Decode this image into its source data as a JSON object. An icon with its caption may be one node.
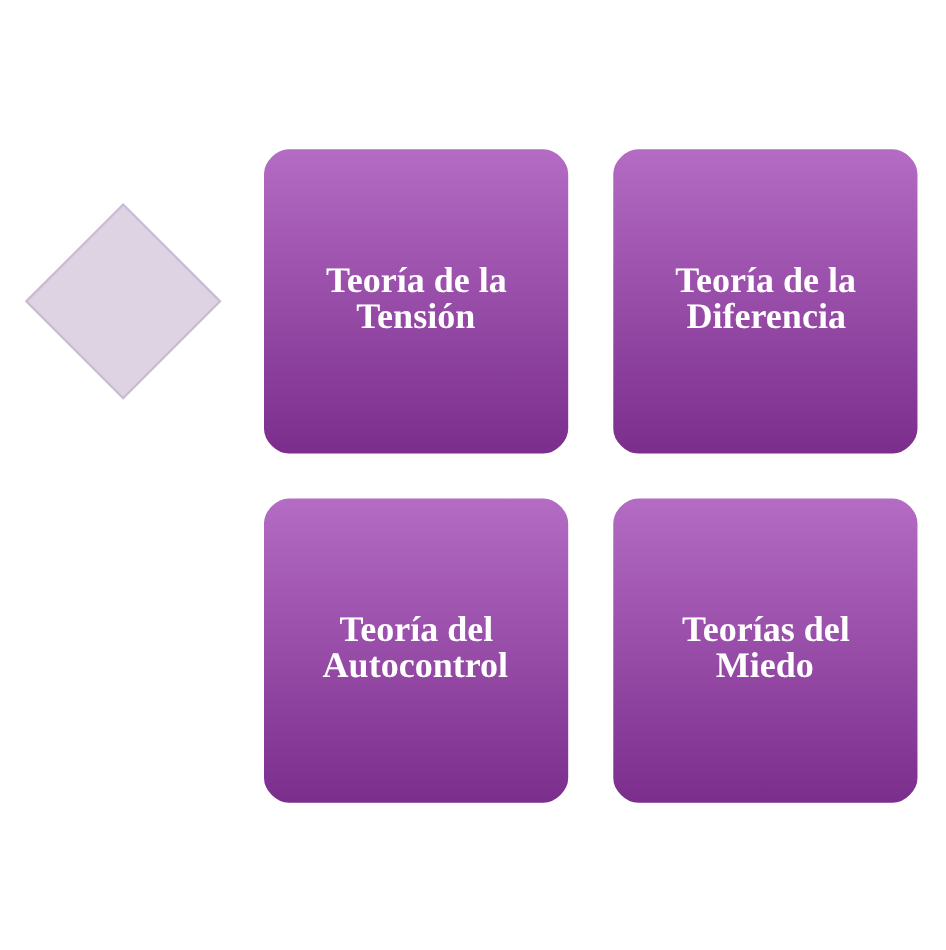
{
  "diagram": {
    "nodes": [
      {
        "text": [],
        "shape": "diamond"
      },
      {
        "text": [
          "Teoría de la Tensión"
        ]
      },
      {
        "text": [
          "Teoría de la Diferencia"
        ]
      },
      {
        "text": [
          "Teoría del Autocontrol"
        ]
      },
      {
        "text": [
          "Teorías del Miedo"
        ]
      }
    ],
    "edges": []
  }
}
